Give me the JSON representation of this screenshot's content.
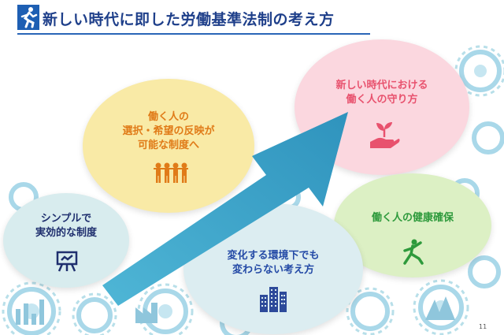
{
  "header": {
    "title": "新しい時代に即した労働基準法制の考え方"
  },
  "bubbles": {
    "top_left": {
      "lines": [
        "働く人の",
        "選択・希望の反映が",
        "可能な制度へ"
      ],
      "icon": "people-group-icon",
      "color": "#e07b18"
    },
    "top_right": {
      "lines": [
        "新しい時代における",
        "働く人の守り方"
      ],
      "icon": "hand-sprout-icon",
      "color": "#e8526e"
    },
    "mid_right": {
      "lines": [
        "働く人の健康確保"
      ],
      "icon": "stretching-person-icon",
      "color": "#2e9a3c"
    },
    "bottom_left": {
      "lines": [
        "シンプルで",
        "実効的な制度"
      ],
      "icon": "presentation-board-icon",
      "color": "#1f2f6e"
    },
    "bottom_center": {
      "lines": [
        "変化する環境下でも",
        "変わらない考え方"
      ],
      "icon": "buildings-icon",
      "color": "#244aa6"
    }
  },
  "arrow": {
    "color": "#3aa5c8"
  },
  "page_number": "11"
}
